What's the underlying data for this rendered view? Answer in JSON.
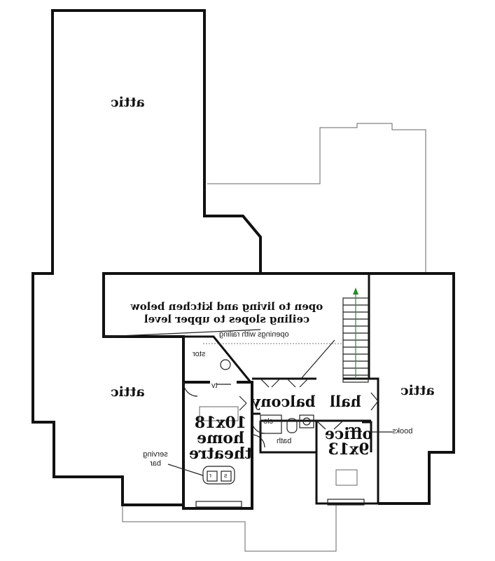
{
  "rooms": {
    "attic_top": "attic",
    "attic_left": "attic",
    "attic_right": "attic",
    "home_theatre": {
      "size": "10x18",
      "line1": "home",
      "line2": "theatre"
    },
    "balcony": "balcony",
    "hall": "hall",
    "office": {
      "line1": "office",
      "size": "9x13"
    },
    "bath": "bath"
  },
  "notes": {
    "open_line1": "open to living and kitchen below",
    "open_line2": "ceiling slopes to upper level",
    "openings": "openings with railing"
  },
  "fixtures": {
    "stor": "stor",
    "tv": "tv",
    "clo": "clo",
    "books": "books",
    "serving_bar_line1": "serving",
    "serving_bar_line2": "bar",
    "r": "r",
    "s": "s"
  }
}
